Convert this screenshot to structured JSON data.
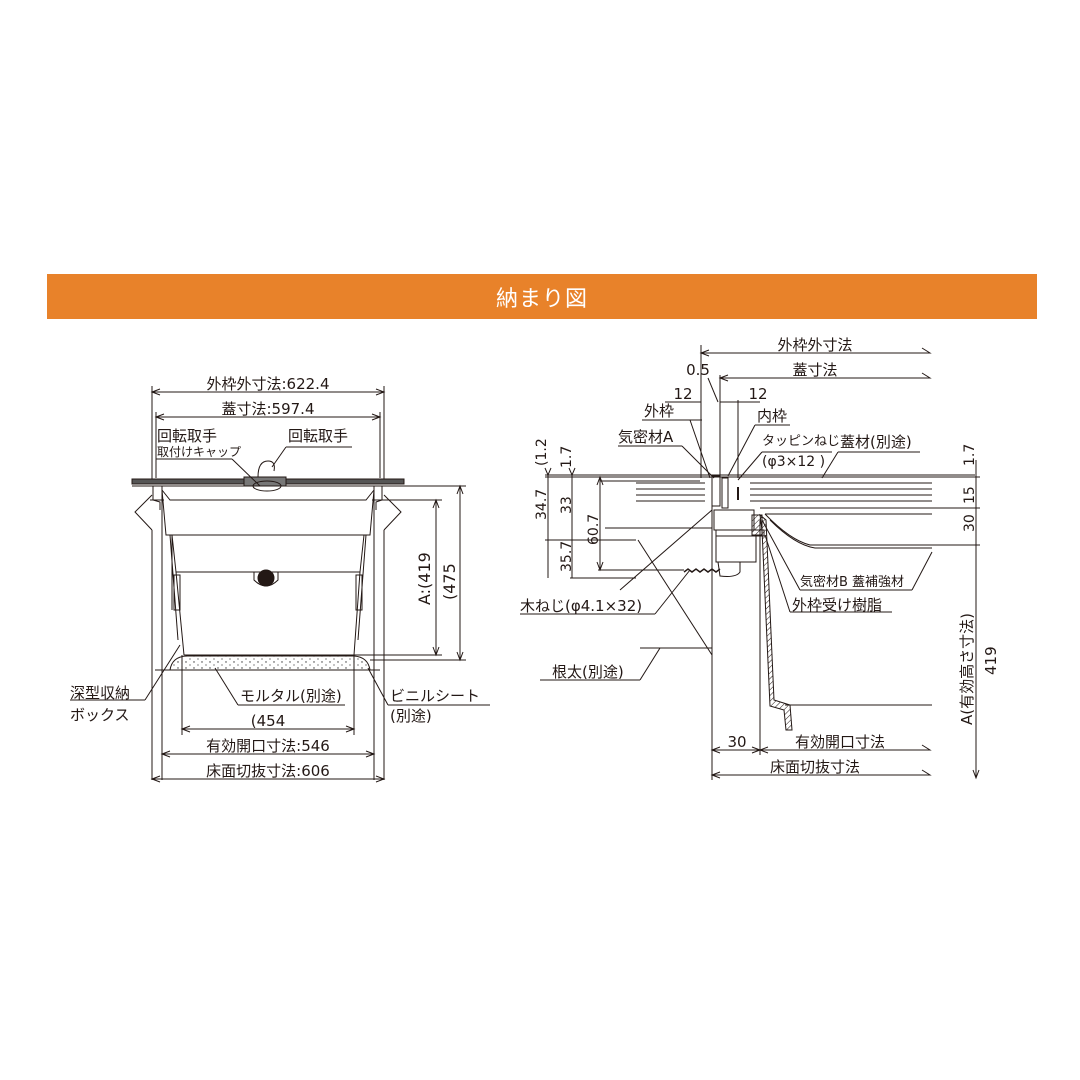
{
  "header": {
    "title": "納まり図",
    "color": "#e8822a"
  },
  "left_view": {
    "dims": {
      "outer_frame": "外枠外寸法:622.4",
      "lid": "蓋寸法:597.4",
      "effective_opening": "有効開口寸法:546",
      "floor_cutout": "床面切抜寸法:606",
      "inner_width": "(454",
      "height_a": "A:(419",
      "height_total": "(475"
    },
    "labels": {
      "handle_cap_1": "回転取手",
      "handle_cap_2": "取付けキャップ",
      "handle": "回転取手",
      "box_1": "深型収納",
      "box_2": "ボックス",
      "mortar": "モルタル(別途)",
      "vinyl_1": "ビニルシート",
      "vinyl_2": "(別途)"
    }
  },
  "right_view": {
    "dims": {
      "outer_frame": "外枠外寸法",
      "lid": "蓋寸法",
      "gap": "0.5",
      "left_12": "12",
      "right_12": "12",
      "v_1_2": "(1.2",
      "v_1_7_left": "1.7",
      "v_34_7": "34.7",
      "v_33": "33",
      "v_60_7": "60.7",
      "v_35_7": "35.7",
      "v_1_7_right": "1.7",
      "v_15": "15",
      "v_30": "30",
      "v_a_label": "A(有効高さ寸法)",
      "v_419": "419",
      "h_30": "30",
      "effective_opening": "有効開口寸法",
      "floor_cutout": "床面切抜寸法"
    },
    "labels": {
      "outer_frame": "外枠",
      "seal_a": "気密材A",
      "inner_frame": "内枠",
      "tapping_screw": "タッピンねじ",
      "tapping_spec": "(φ3×12 )",
      "lid_material": "蓋材(別途)",
      "seal_b": "気密材B",
      "lid_reinforce": "蓋補強材",
      "frame_resin": "外枠受け樹脂",
      "wood_screw": "木ねじ(φ4.1×32)",
      "joist": "根太(別途)"
    }
  }
}
